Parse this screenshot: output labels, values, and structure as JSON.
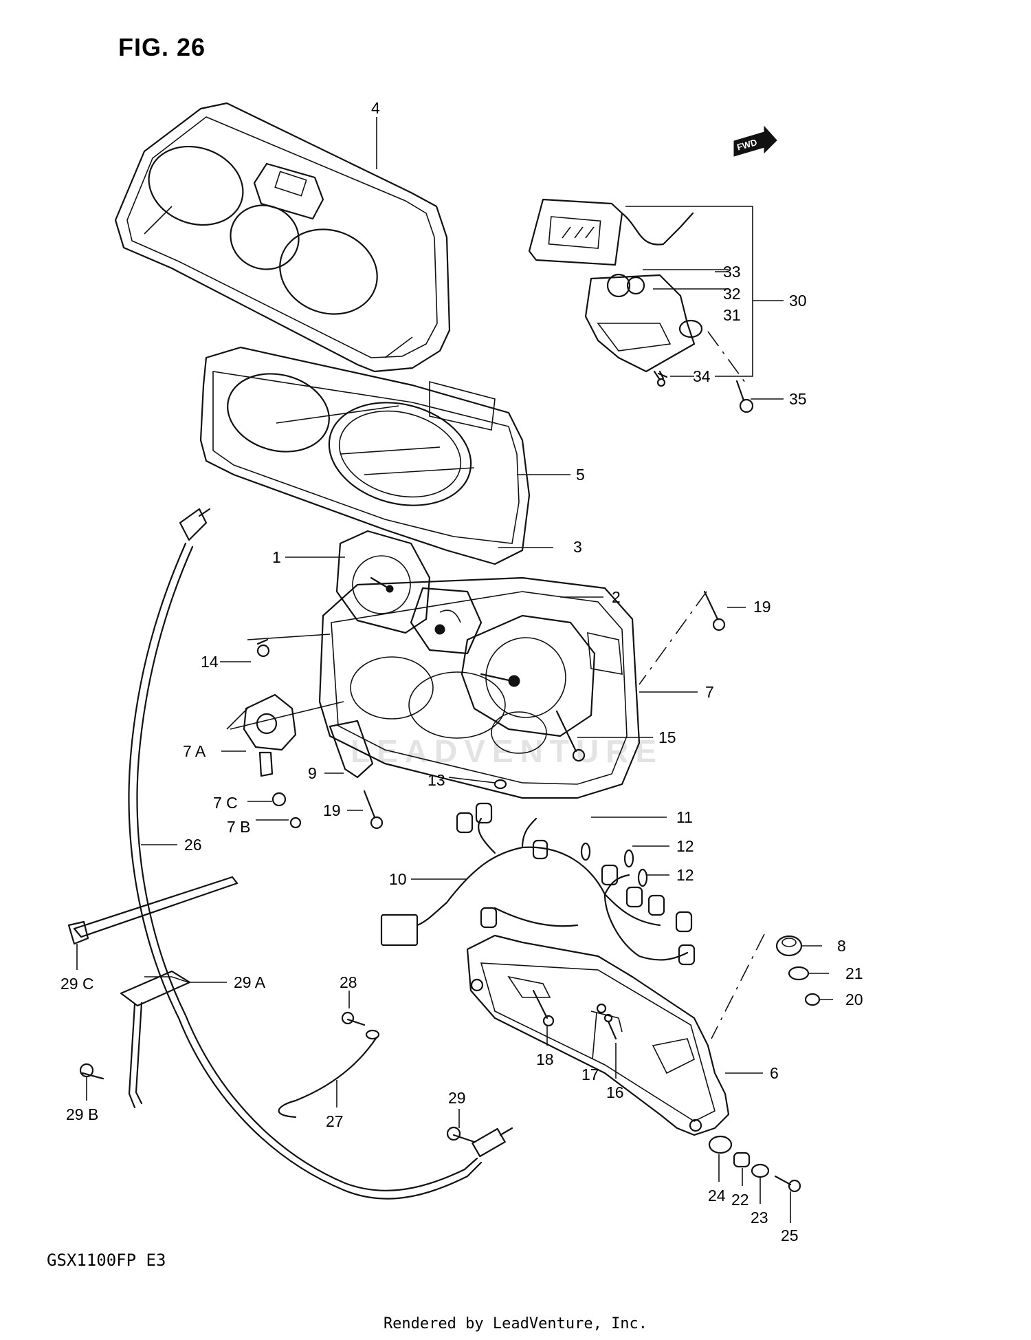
{
  "figure": {
    "title": "FIG. 26",
    "fwd_label": "FWD",
    "model_code": "GSX1100FP E3",
    "footer": "Rendered by LeadVenture, Inc.",
    "watermark": "LEADVENTURE"
  },
  "callouts": [
    {
      "id": "c4",
      "text": "4"
    },
    {
      "id": "c30",
      "text": "30"
    },
    {
      "id": "c31",
      "text": "31"
    },
    {
      "id": "c32",
      "text": "32"
    },
    {
      "id": "c33",
      "text": "33"
    },
    {
      "id": "c34",
      "text": "34"
    },
    {
      "id": "c35",
      "text": "35"
    },
    {
      "id": "c5",
      "text": "5"
    },
    {
      "id": "c1",
      "text": "1"
    },
    {
      "id": "c3",
      "text": "3"
    },
    {
      "id": "c2",
      "text": "2"
    },
    {
      "id": "c19a",
      "text": "19"
    },
    {
      "id": "c14",
      "text": "14"
    },
    {
      "id": "c7",
      "text": "7"
    },
    {
      "id": "c15",
      "text": "15"
    },
    {
      "id": "c7a",
      "text": "7 A"
    },
    {
      "id": "c9",
      "text": "9"
    },
    {
      "id": "c7c",
      "text": "7 C"
    },
    {
      "id": "c19b",
      "text": "19"
    },
    {
      "id": "c7b",
      "text": "7 B"
    },
    {
      "id": "c13",
      "text": "13"
    },
    {
      "id": "c11",
      "text": "11"
    },
    {
      "id": "c12a",
      "text": "12"
    },
    {
      "id": "c12b",
      "text": "12"
    },
    {
      "id": "c10",
      "text": "10"
    },
    {
      "id": "c26",
      "text": "26"
    },
    {
      "id": "c8",
      "text": "8"
    },
    {
      "id": "c21",
      "text": "21"
    },
    {
      "id": "c20",
      "text": "20"
    },
    {
      "id": "c29c",
      "text": "29 C"
    },
    {
      "id": "c29a",
      "text": "29 A"
    },
    {
      "id": "c28",
      "text": "28"
    },
    {
      "id": "c18",
      "text": "18"
    },
    {
      "id": "c17",
      "text": "17"
    },
    {
      "id": "c16",
      "text": "16"
    },
    {
      "id": "c6",
      "text": "6"
    },
    {
      "id": "c29b",
      "text": "29 B"
    },
    {
      "id": "c27",
      "text": "27"
    },
    {
      "id": "c29",
      "text": "29"
    },
    {
      "id": "c24",
      "text": "24"
    },
    {
      "id": "c22",
      "text": "22"
    },
    {
      "id": "c23",
      "text": "23"
    },
    {
      "id": "c25",
      "text": "25"
    }
  ]
}
